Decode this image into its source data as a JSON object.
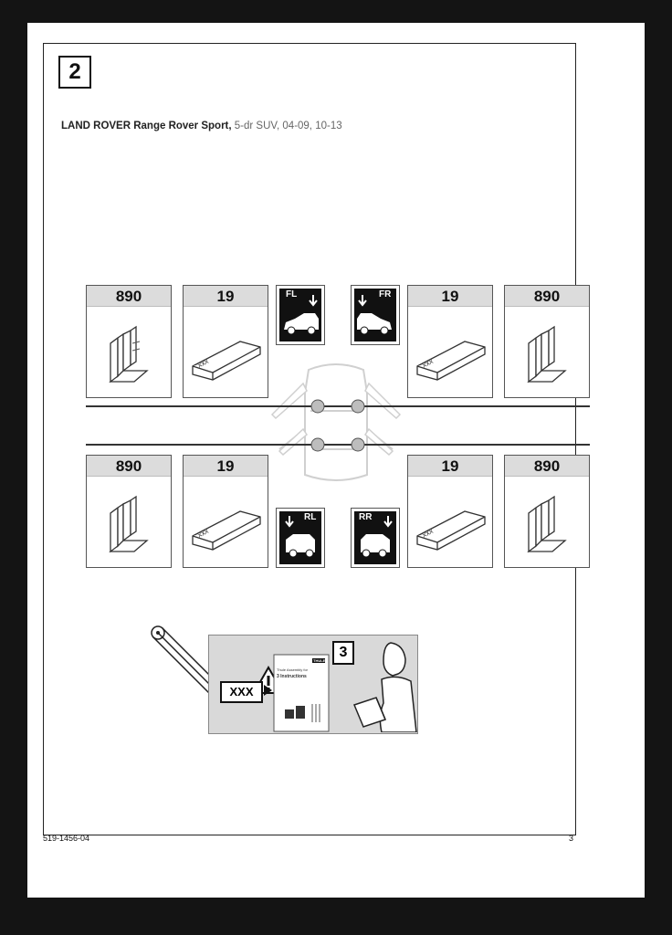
{
  "step": {
    "number": "2"
  },
  "vehicle": {
    "make_model": "LAND ROVER Range Rover Sport,",
    "details": " 5-dr SUV, 04-09, 10-13"
  },
  "parts": {
    "top_left_outer": "890",
    "top_left_inner": "19",
    "top_right_inner": "19",
    "top_right_outer": "890",
    "bot_left_outer": "890",
    "bot_left_inner": "19",
    "bot_right_inner": "19",
    "bot_right_outer": "890",
    "pad_marking": "XXX"
  },
  "positions": {
    "fl": "FL",
    "fr": "FR",
    "rl": "RL",
    "rr": "RR"
  },
  "note": {
    "code": "XXX",
    "next_step": "3",
    "booklet_line1": "Thule Assembly for",
    "booklet_line2": "3 Instructions",
    "booklet_logo": "THULE"
  },
  "footer": {
    "doc_number": "519-1456-04",
    "page_number": "3"
  },
  "colors": {
    "page_bg": "#ffffff",
    "outer_bg": "#141414",
    "header_grey": "#dcdcdc",
    "panel_grey": "#d9d9d9",
    "position_bg": "#111111"
  }
}
